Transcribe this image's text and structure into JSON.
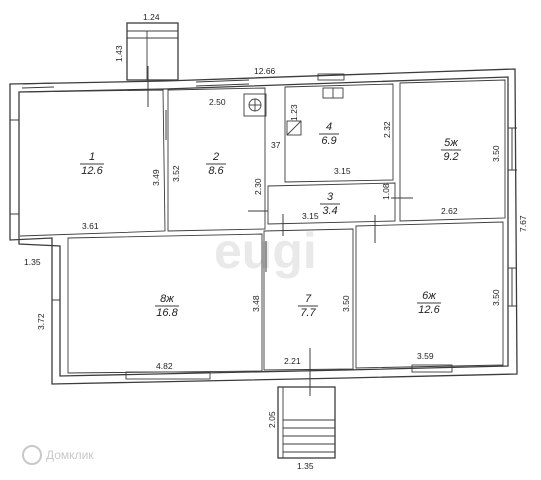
{
  "watermark": "eugi",
  "brand": {
    "name": "Домклик",
    "logo_icon": "domclick-logo-icon"
  },
  "rooms": [
    {
      "number": "1",
      "area": "12.6"
    },
    {
      "number": "2",
      "area": "8.6"
    },
    {
      "number": "4",
      "area": "6.9"
    },
    {
      "number": "5ж",
      "area": "9.2"
    },
    {
      "number": "3",
      "area": "3.4"
    },
    {
      "number": "8ж",
      "area": "16.8"
    },
    {
      "number": "7",
      "area": "7.7"
    },
    {
      "number": "6ж",
      "area": "12.6"
    }
  ],
  "dimensions": {
    "porch_top_width": "1.24",
    "porch_top_depth": "1.43",
    "overall_length": "12.66",
    "room2_width": "2.50",
    "room4_width_top": "1.23",
    "room4_height": "2.32",
    "room4_small": "37",
    "room4_width": "3.15",
    "room1_height": "3.49",
    "room1_width": "3.61",
    "room2_height": "3.52",
    "room2_depth": "2.30",
    "room5_height": "3.50",
    "room3_height": "1.08",
    "room3_width": "3.15",
    "room5_width": "2.62",
    "overall_width": "7.67",
    "left_offset": "1.35",
    "left_height": "3.72",
    "room8_height": "3.48",
    "room7_height": "3.50",
    "room6_height": "3.50",
    "room8_width": "4.82",
    "room7_width": "2.21",
    "room6_width": "3.59",
    "porch_bottom_depth": "2.05",
    "porch_bottom_width": "1.35"
  }
}
